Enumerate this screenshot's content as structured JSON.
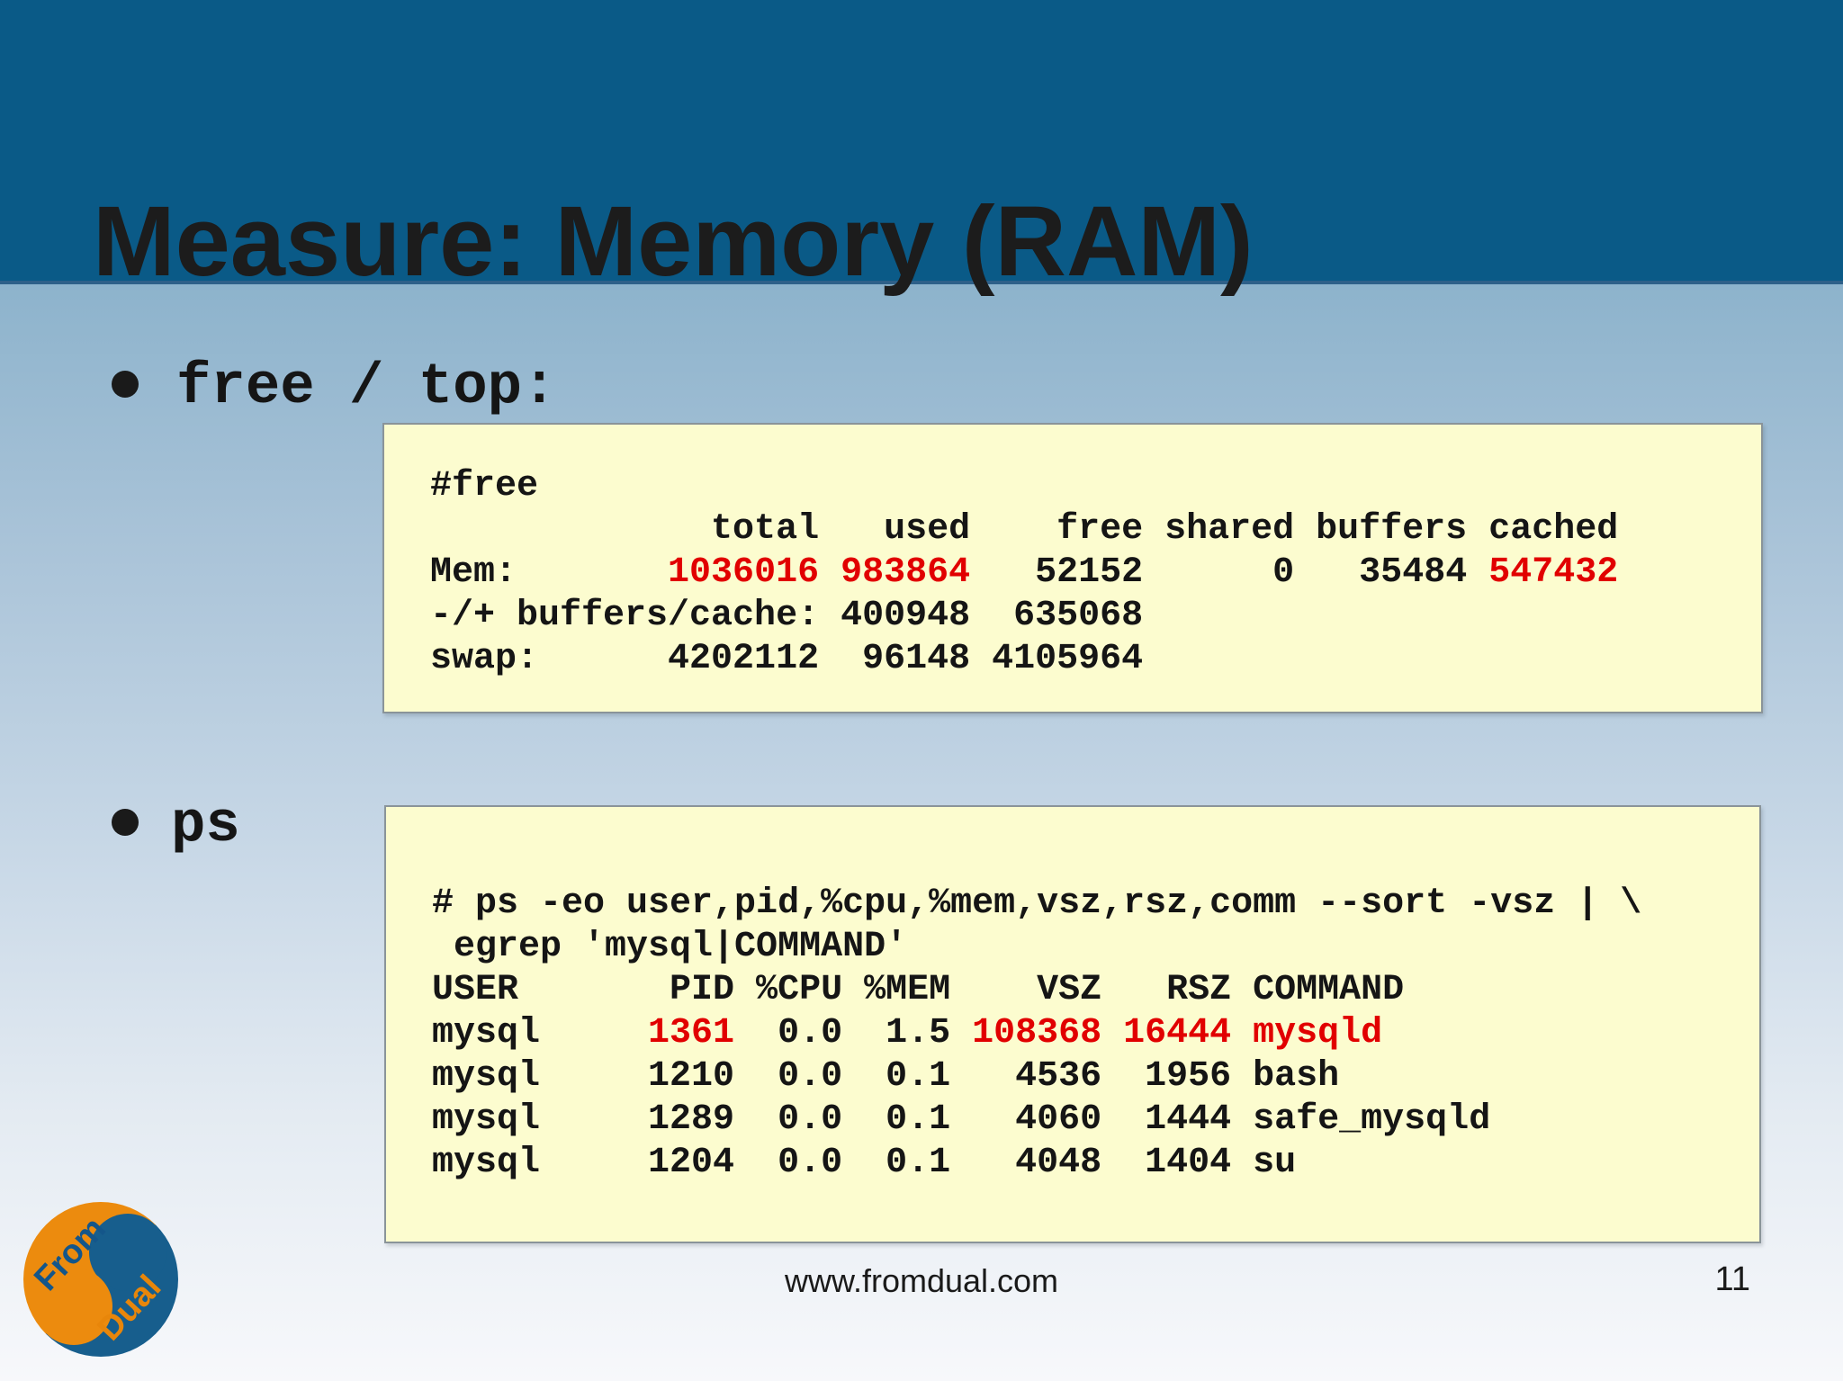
{
  "title": "Measure: Memory (RAM)",
  "bullets": [
    {
      "label": "free / top:"
    },
    {
      "label": "ps"
    }
  ],
  "code_boxes": [
    {
      "name": "free-output",
      "lines": [
        [
          {
            "t": "#free"
          }
        ],
        [
          {
            "t": "             total   used    free shared buffers cached"
          }
        ],
        [
          {
            "t": "Mem:       "
          },
          {
            "t": "1036016 983864",
            "c": "red"
          },
          {
            "t": "   52152      0   35484 "
          },
          {
            "t": "547432",
            "c": "red"
          }
        ],
        [
          {
            "t": "-/+ buffers/cache: 400948  635068"
          }
        ],
        [
          {
            "t": "swap:      4202112  96148 4105964"
          }
        ]
      ]
    },
    {
      "name": "ps-output",
      "lines": [
        [
          {
            "t": "# ps -eo user,pid,%cpu,%mem,vsz,rsz,comm --sort -vsz | \\"
          }
        ],
        [
          {
            "t": " egrep 'mysql|COMMAND'"
          }
        ],
        [
          {
            "t": "USER       PID %CPU %MEM    VSZ   RSZ COMMAND"
          }
        ],
        [
          {
            "t": "mysql     "
          },
          {
            "t": "1361",
            "c": "red"
          },
          {
            "t": "  0.0  1.5 "
          },
          {
            "t": "108368 16444 mysqld",
            "c": "red"
          }
        ],
        [
          {
            "t": "mysql     1210  0.0  0.1   4536  1956 bash"
          }
        ],
        [
          {
            "t": "mysql     1289  0.0  0.1   4060  1444 safe_mysqld"
          }
        ],
        [
          {
            "t": "mysql     1204  0.0  0.1   4048  1404 su"
          }
        ]
      ]
    }
  ],
  "footer": {
    "url": "www.fromdual.com",
    "page_number": "11"
  },
  "logo": {
    "text_top": "From",
    "text_bottom": "Dual"
  },
  "colors": {
    "header_bg": "#0A5A87",
    "highlight_red": "#E10000",
    "codebox_bg": "#FCFCCF",
    "codebox_border": "#8A9499",
    "logo_orange": "#EC8B0E",
    "logo_blue": "#175E8D"
  }
}
